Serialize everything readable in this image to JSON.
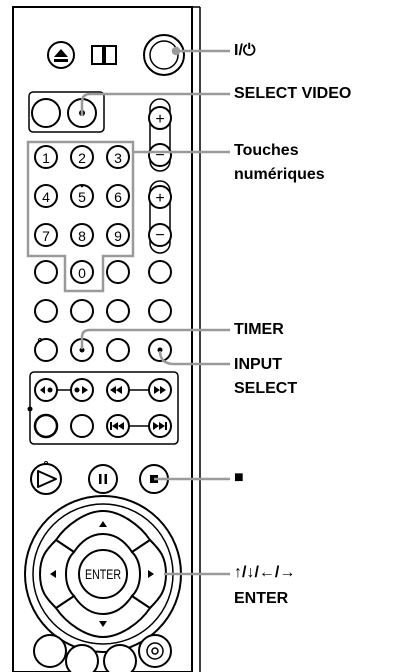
{
  "labels": {
    "power": "I/⏻",
    "select_video": "SELECT VIDEO",
    "touches_line1": "Touches",
    "touches_line2": "numériques",
    "timer": "TIMER",
    "input_line1": "INPUT",
    "input_line2": "SELECT",
    "stop": "■",
    "arrows": "↑/↓/←/→",
    "enter": "ENTER"
  },
  "remote": {
    "number_keys": [
      "1",
      "2",
      "3",
      "4",
      "5",
      "6",
      "7",
      "8",
      "9",
      "0"
    ],
    "enter_button": "ENTER"
  },
  "colors": {
    "background": "#ffffff",
    "line": "#000000",
    "highlight": "#9a9a9a",
    "remote_body": "#ffffff"
  }
}
